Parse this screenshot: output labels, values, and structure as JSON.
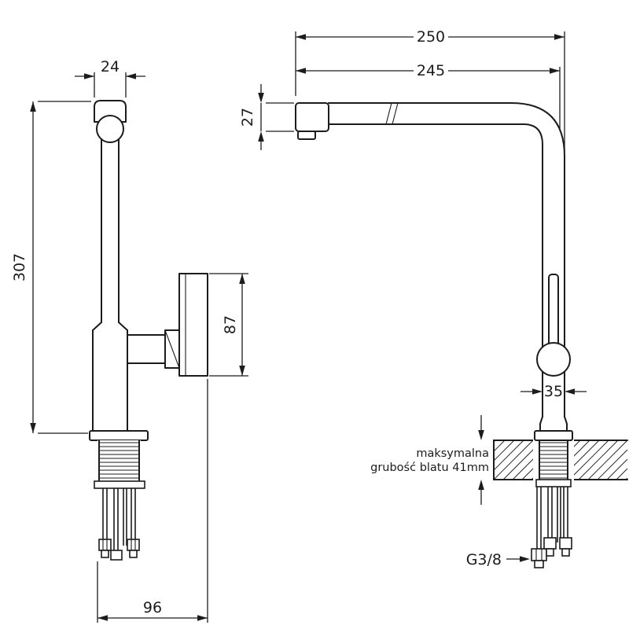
{
  "drawing": {
    "type": "technical-drawing",
    "subject": "kitchen faucet with pull-out spout, two orthographic views",
    "front_view": {
      "dim_top_width": "24",
      "dim_height": "307",
      "dim_spout_height": "87",
      "dim_base_span": "96"
    },
    "side_view": {
      "dim_total_reach": "250",
      "dim_spout_reach": "245",
      "dim_spout_head_height": "27",
      "dim_body_diameter": "35",
      "note_line1": "maksymalna",
      "note_line2": "grubość blatu 41mm",
      "thread_label": "G3/8"
    },
    "colors": {
      "line": "#1c1c1c",
      "background": "#ffffff"
    }
  }
}
